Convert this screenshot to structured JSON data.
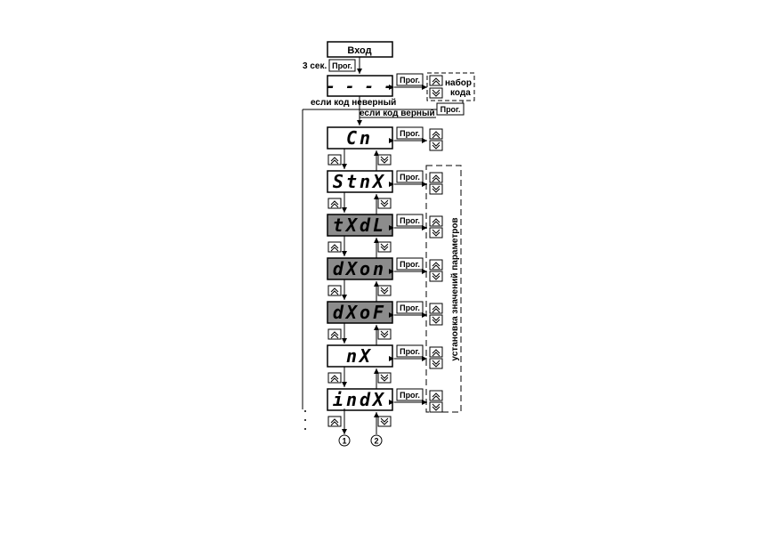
{
  "diagram": {
    "entry_label": "Вход",
    "hold_label": "3 сек.",
    "prog_label": "Прог.",
    "code_display": "- - - -",
    "code_entry_label": [
      "набор",
      "кода"
    ],
    "wrong_code_label": "если код неверный",
    "right_code_label": "если код верный",
    "params_label": "установка значений параметров",
    "up_key_icon": "double-chevron-up-icon",
    "down_key_icon": "double-chevron-down-icon",
    "menu_displays": [
      {
        "text": "Cn",
        "highlighted": false
      },
      {
        "text": "StnX",
        "highlighted": false
      },
      {
        "text": "tXdL",
        "highlighted": true
      },
      {
        "text": "dXon",
        "highlighted": true
      },
      {
        "text": "dXoF",
        "highlighted": true
      },
      {
        "text": "nX",
        "highlighted": false
      },
      {
        "text": "indX",
        "highlighted": false
      }
    ],
    "exit_markers": [
      "1",
      "2"
    ],
    "colors": {
      "highlight": "#8c8c8c",
      "line": "#000000",
      "background": "#ffffff"
    }
  }
}
